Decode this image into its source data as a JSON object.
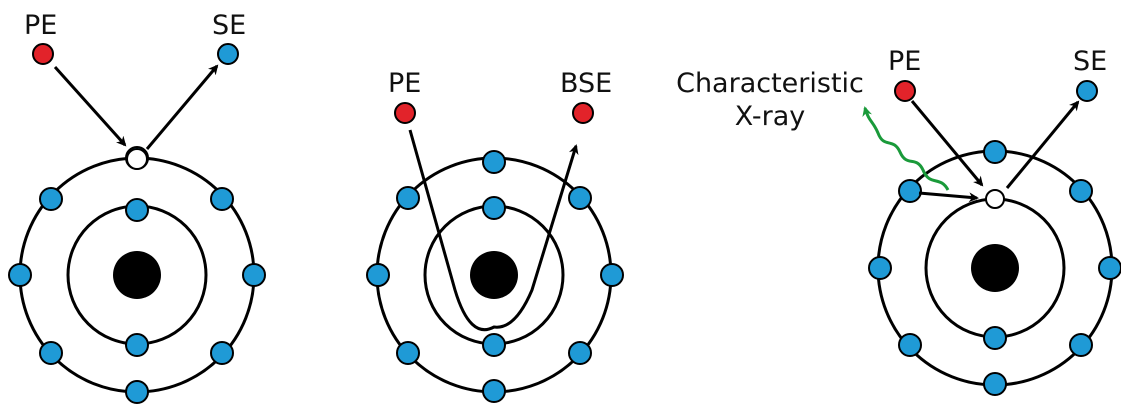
{
  "colors": {
    "electron": "#1f9ad6",
    "primary_electron": "#e2232a",
    "vacancy": "#ffffff",
    "nucleus": "#000000",
    "xray_arrow": "#1a9a3a"
  },
  "panels": [
    {
      "id": "secondary-electron",
      "incoming_label": "PE",
      "outgoing_label": "SE"
    },
    {
      "id": "backscattered-electron",
      "incoming_label": "PE",
      "outgoing_label": "BSE"
    },
    {
      "id": "characteristic-xray",
      "incoming_label": "PE",
      "outgoing_label": "SE",
      "xray_label_line1": "Characteristic",
      "xray_label_line2": "X-ray"
    }
  ]
}
